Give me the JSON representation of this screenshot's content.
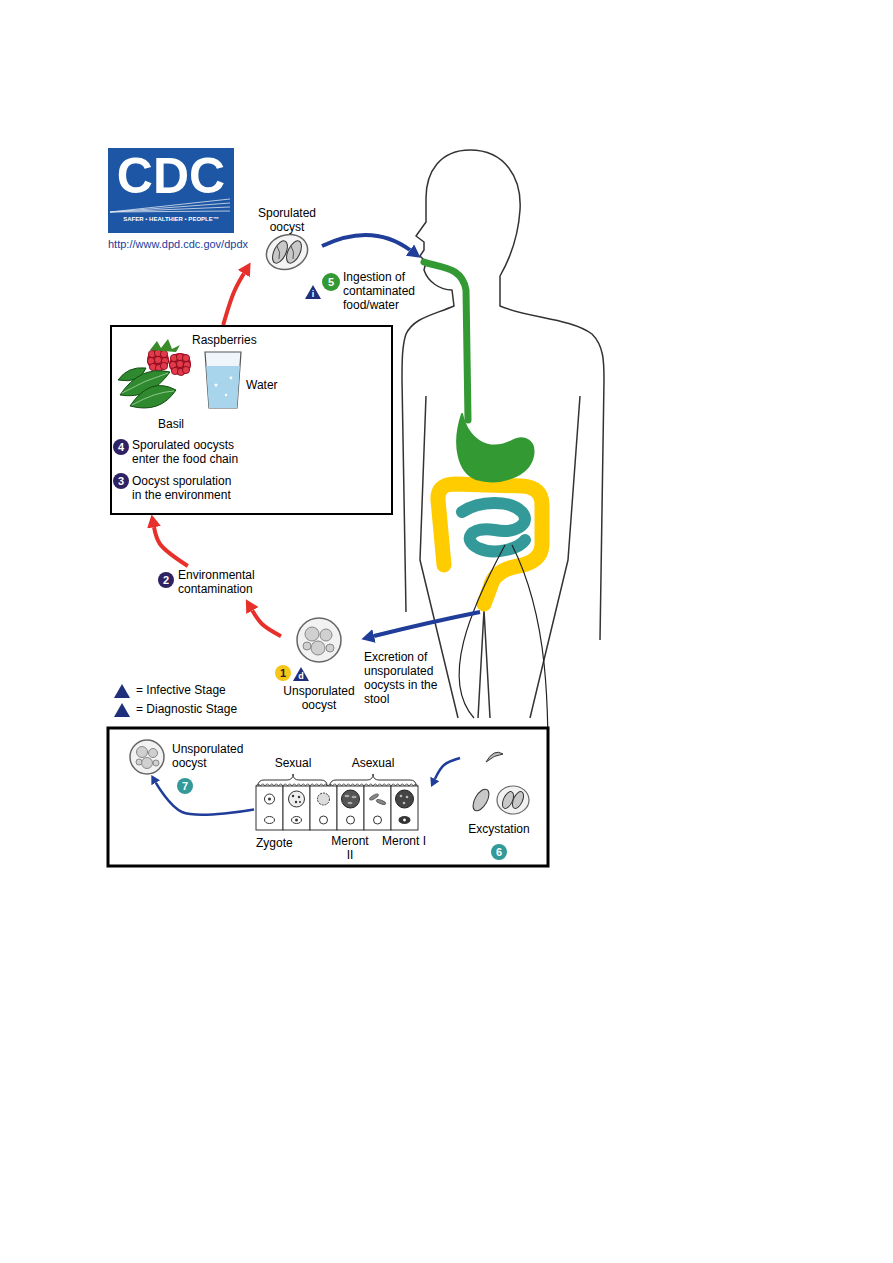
{
  "diagram": {
    "nodes": [
      {
        "text": [
          "Sporulated oocyst"
        ]
      },
      {
        "text": [
          "Raspberries",
          "Water",
          "Basil",
          "Sporulated oocysts enter the food chain",
          "Oocyst sporulation in the environment"
        ]
      },
      {
        "text": [
          "Environmental contamination"
        ]
      },
      {
        "text": [
          "Unsporulated oocyst"
        ]
      },
      {
        "text": [
          "Unsporulated oocyst"
        ]
      },
      {
        "text": [
          "Sexual",
          "Asexual",
          "Zygote",
          "Meront II",
          "Meront I"
        ]
      },
      {
        "text": [
          "Excystation"
        ]
      }
    ],
    "edges": [
      {
        "from": 1,
        "to": 0,
        "arrow": "to"
      },
      {
        "from": 3,
        "to": 2,
        "arrow": "to"
      },
      {
        "from": 2,
        "to": 1,
        "arrow": "to"
      },
      {
        "from": 6,
        "to": 5,
        "arrow": "to"
      },
      {
        "from": 5,
        "to": 4,
        "arrow": "to"
      }
    ],
    "labels": [
      "CDC",
      "SAFER • HEALTHIER • PEOPLE™",
      "http://www.dpd.cdc.gov/dpdx",
      "i",
      "5",
      "Ingestion of contaminated food/water",
      "4",
      "3",
      "2",
      "1",
      "d",
      "Excretion of unsporulated oocysts in the stool",
      "i",
      "d",
      "7",
      "6"
    ],
    "legend": [
      {
        "text": "= Infective Stage"
      },
      {
        "text": "= Diagnostic Stage"
      }
    ]
  }
}
